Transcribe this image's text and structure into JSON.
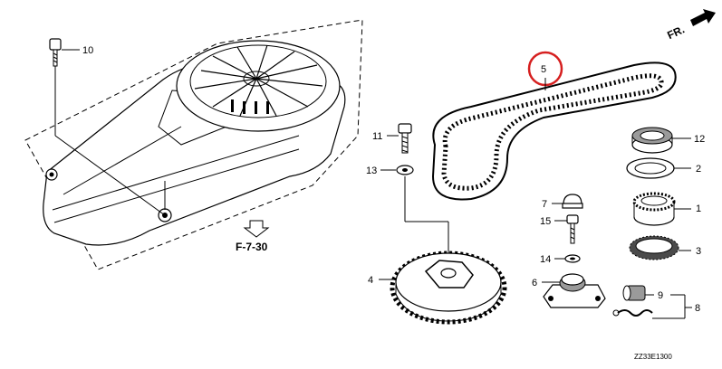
{
  "diagram": {
    "callouts": [
      {
        "id": "c1",
        "text": "1"
      },
      {
        "id": "c2",
        "text": "2"
      },
      {
        "id": "c3",
        "text": "3"
      },
      {
        "id": "c4",
        "text": "4"
      },
      {
        "id": "c5",
        "text": "5"
      },
      {
        "id": "c6",
        "text": "6"
      },
      {
        "id": "c7",
        "text": "7"
      },
      {
        "id": "c8",
        "text": "8"
      },
      {
        "id": "c9",
        "text": "9"
      },
      {
        "id": "c10",
        "text": "10"
      },
      {
        "id": "c11",
        "text": "11"
      },
      {
        "id": "c12",
        "text": "12"
      },
      {
        "id": "c13",
        "text": "13"
      },
      {
        "id": "c14",
        "text": "14"
      },
      {
        "id": "c15",
        "text": "15"
      }
    ],
    "reference": "F-7-30",
    "front_marker": "FR.",
    "drawing_code": "ZZ33E1300",
    "highlight_color": "#d62020"
  }
}
